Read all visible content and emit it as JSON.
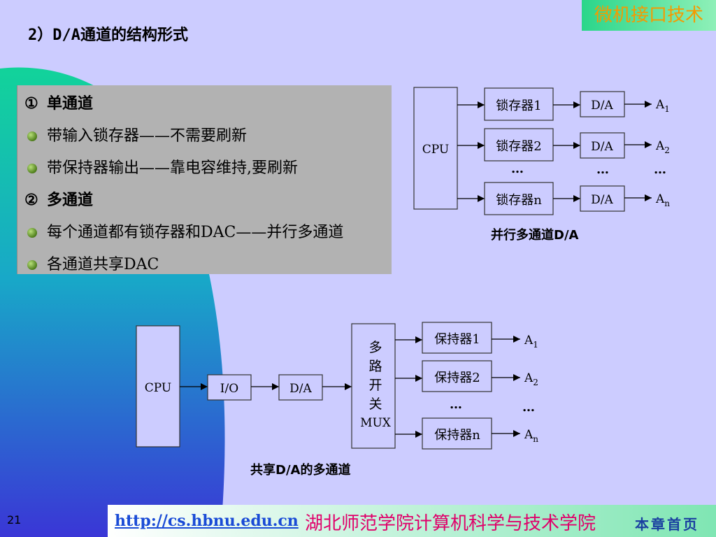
{
  "header": {
    "course_name": "微机接口技术",
    "title": "2）D/A通道的结构形式"
  },
  "bullets": [
    {
      "type": "heading",
      "marker": "①",
      "text": "单通道"
    },
    {
      "type": "item",
      "text": "带输入锁存器——不需要刷新"
    },
    {
      "type": "item",
      "text": "带保持器输出——靠电容维持,要刷新"
    },
    {
      "type": "heading",
      "marker": "②",
      "text": "多通道"
    },
    {
      "type": "item",
      "text": "每个通道都有锁存器和DAC——并行多通道"
    },
    {
      "type": "item",
      "text": "各通道共享DAC"
    }
  ],
  "diagram_parallel": {
    "cpu": "CPU",
    "latches": [
      "锁存器1",
      "锁存器2",
      "锁存器n"
    ],
    "dacs": [
      "D/A",
      "D/A",
      "D/A"
    ],
    "outputs": [
      {
        "main": "A",
        "sub": "1"
      },
      {
        "main": "A",
        "sub": "2"
      },
      {
        "main": "A",
        "sub": "n"
      }
    ],
    "ellipsis": "…",
    "caption": "并行多通道D/A"
  },
  "diagram_shared": {
    "cpu": "CPU",
    "io": "I/O",
    "dac": "D/A",
    "mux_chars": [
      "多",
      "路",
      "开",
      "关"
    ],
    "mux_label": "MUX",
    "holders": [
      "保持器1",
      "保持器2",
      "保持器n"
    ],
    "outputs": [
      {
        "main": "A",
        "sub": "1"
      },
      {
        "main": "A",
        "sub": "2"
      },
      {
        "main": "A",
        "sub": "n"
      }
    ],
    "ellipsis": "…",
    "caption": "共享D/A的多通道"
  },
  "footer": {
    "page_number": "21",
    "link": "http://cs.hbnu.edu.cn",
    "school": "湖北师范学院计算机科学与技术学院",
    "home": "本章首页"
  },
  "colors": {
    "background": "#ccccff",
    "accent_green": "#2ad68a",
    "accent_orange": "#f59a00",
    "school_pink": "#e0006a",
    "link_blue": "#1a4bd6"
  }
}
